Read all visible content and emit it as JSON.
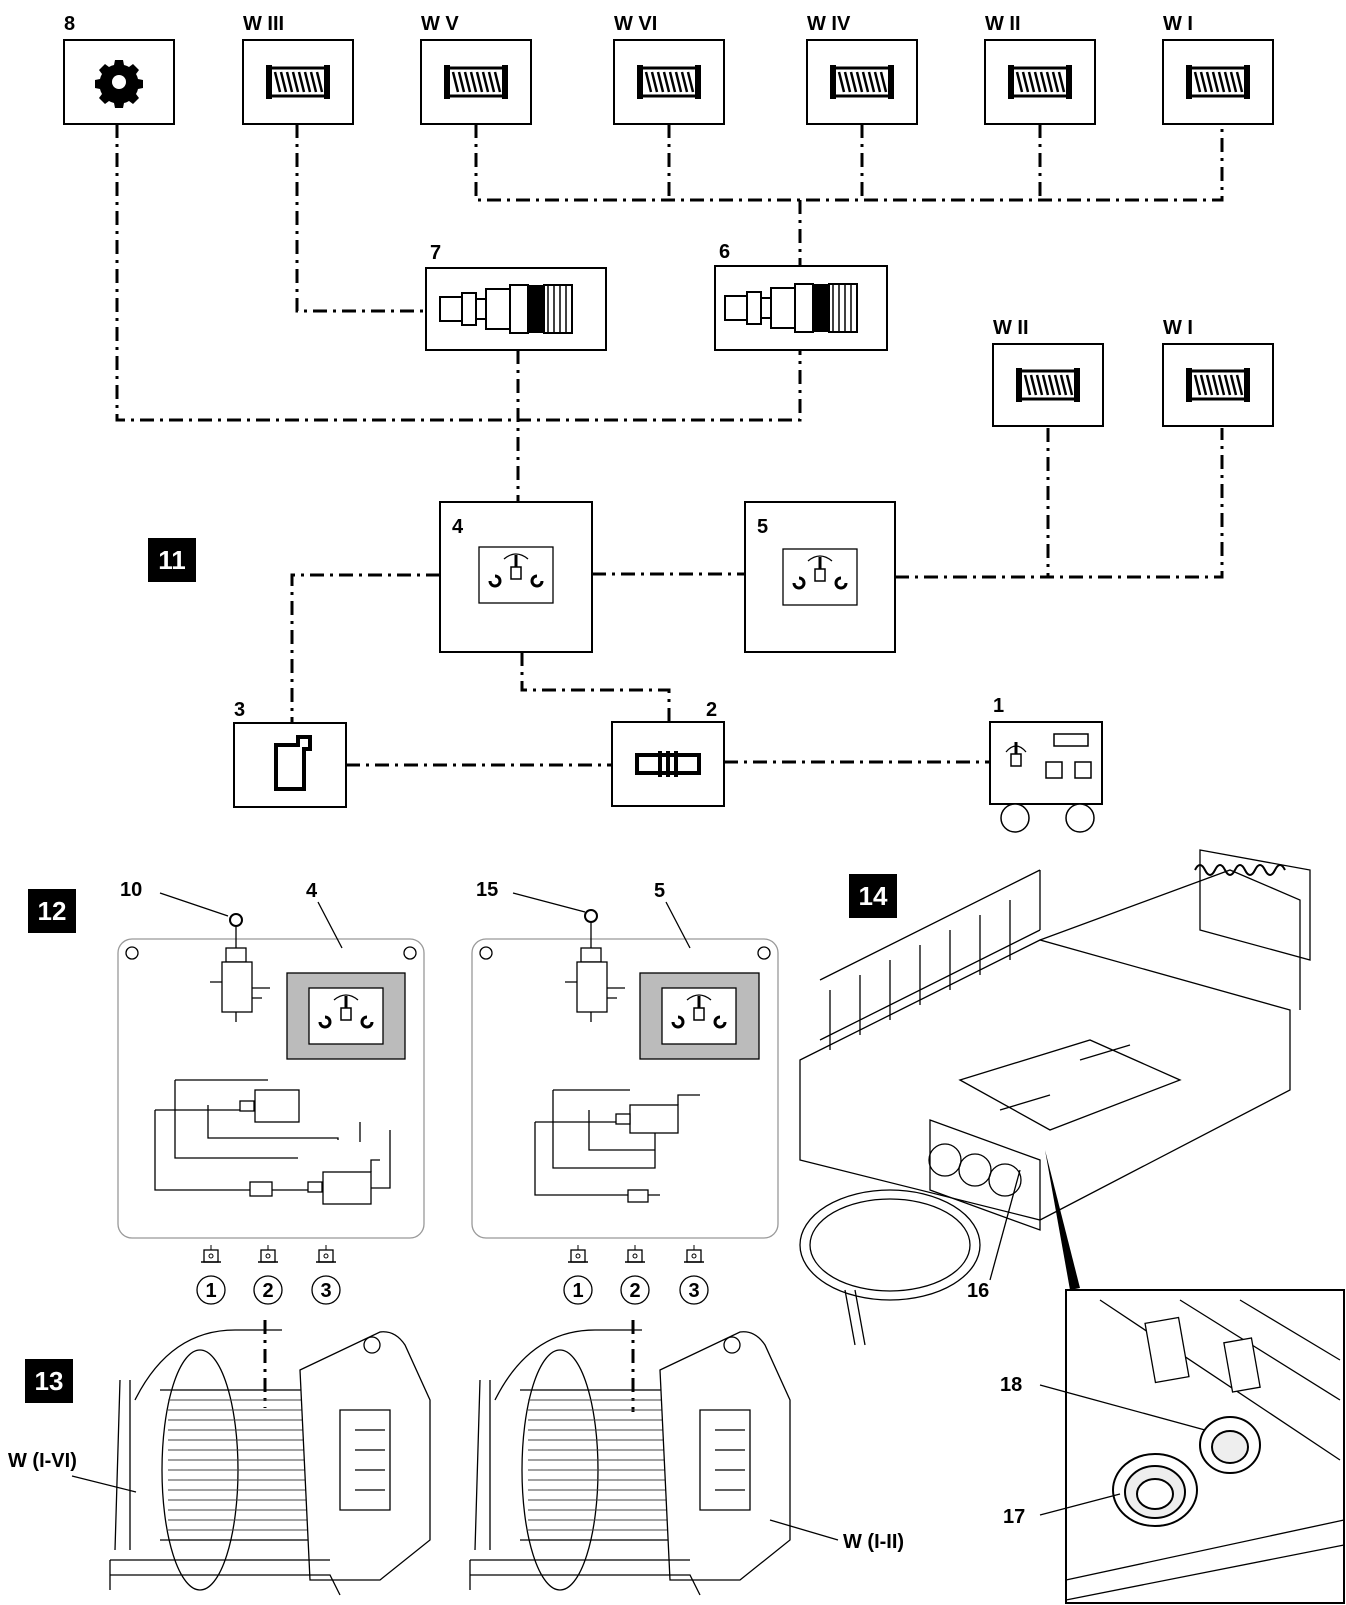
{
  "section11": {
    "badge": "11",
    "winches_top": [
      {
        "label": "W III"
      },
      {
        "label": "W V"
      },
      {
        "label": "W VI"
      },
      {
        "label": "W IV"
      },
      {
        "label": "W II"
      },
      {
        "label": "W I"
      }
    ],
    "winches_right": [
      {
        "label": "W II"
      },
      {
        "label": "W I"
      }
    ],
    "components": {
      "c8": "8",
      "c7": "7",
      "c6": "6",
      "c5": "5",
      "c4": "4",
      "c3": "3",
      "c2": "2",
      "c1": "1"
    }
  },
  "section12": {
    "badge": "12",
    "panel_left": {
      "callout_lever": "10",
      "callout_panel": "4",
      "ports": [
        "1",
        "2",
        "3"
      ]
    },
    "panel_right": {
      "callout_lever": "15",
      "callout_panel": "5",
      "ports": [
        "1",
        "2",
        "3"
      ]
    }
  },
  "section13": {
    "badge": "13",
    "left_label": "W (I-VI)",
    "right_label": "W (I-II)"
  },
  "section14": {
    "badge": "14",
    "callouts": {
      "c16": "16",
      "c17": "17",
      "c18": "18"
    }
  },
  "icons": [
    "gear-icon",
    "winch-drum-icon",
    "quick-coupler-icon",
    "control-lever-icon",
    "remote-control-icon",
    "connector-icon",
    "cable-plug-icon"
  ]
}
